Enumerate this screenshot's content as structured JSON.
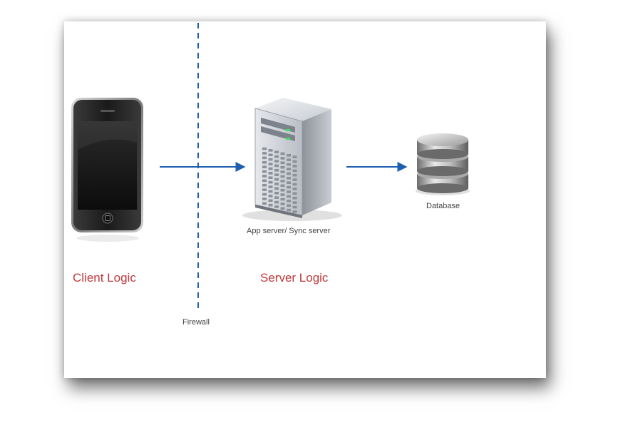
{
  "diagram": {
    "firewall_label": "Firewall",
    "server_caption": "App server/ Sync server",
    "database_caption": "Database",
    "client_logic_label": "Client Logic",
    "server_logic_label": "Server Logic"
  },
  "colors": {
    "firewall_line": "#1f5fb0",
    "arrow": "#1f5fb0",
    "logic_text": "#c0393b"
  },
  "icons": {
    "client": "smartphone-icon",
    "server": "server-tower-icon",
    "database": "database-icon"
  }
}
